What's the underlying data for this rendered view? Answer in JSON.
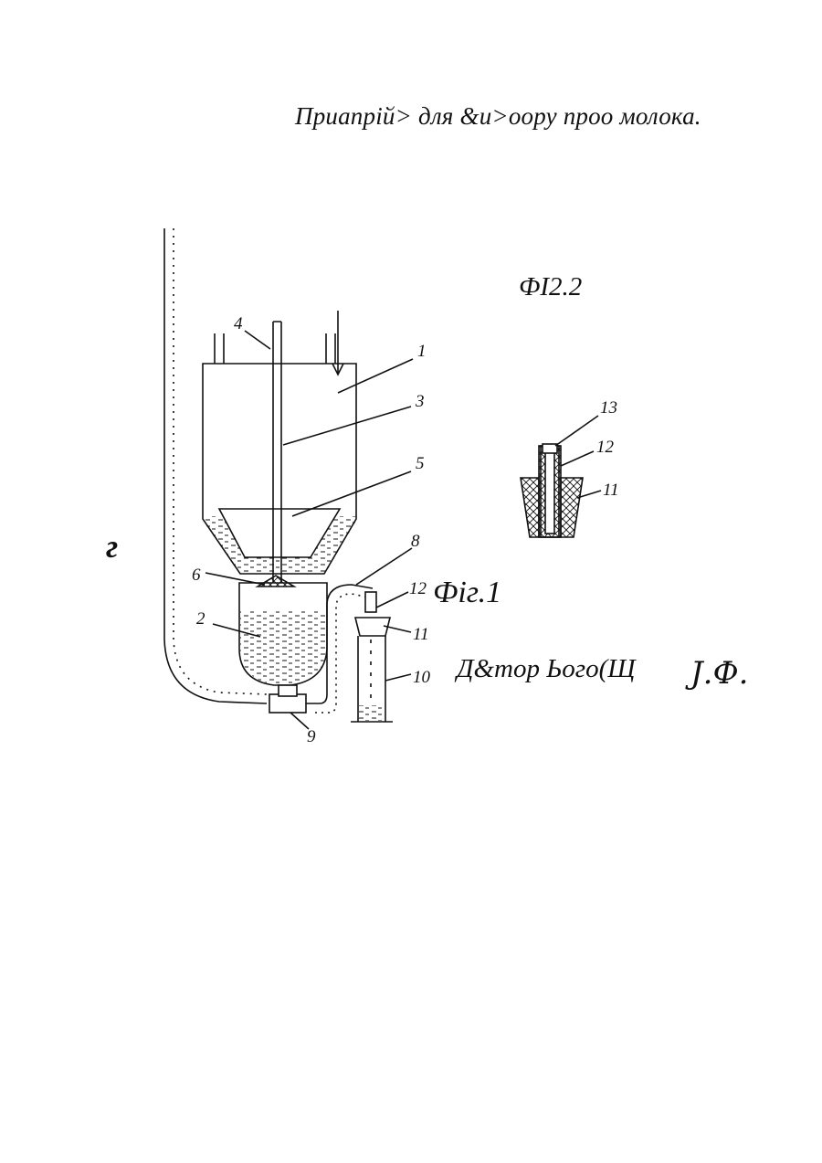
{
  "title": "Приапрій> для &и>оору проо  молока.",
  "fig2_label": "ФІ2.2",
  "fig1_label": "Фіг.1",
  "side_mark": "г",
  "author": "Д&тор   Ього(Щ",
  "signature": "Ј.Ф.",
  "part_numbers": [
    "1",
    "2",
    "3",
    "4",
    "5",
    "6",
    "8",
    "9",
    "10",
    "11",
    "12",
    "11",
    "12",
    "13"
  ],
  "colors": {
    "ink": "#111111",
    "paper": "#ffffff"
  }
}
